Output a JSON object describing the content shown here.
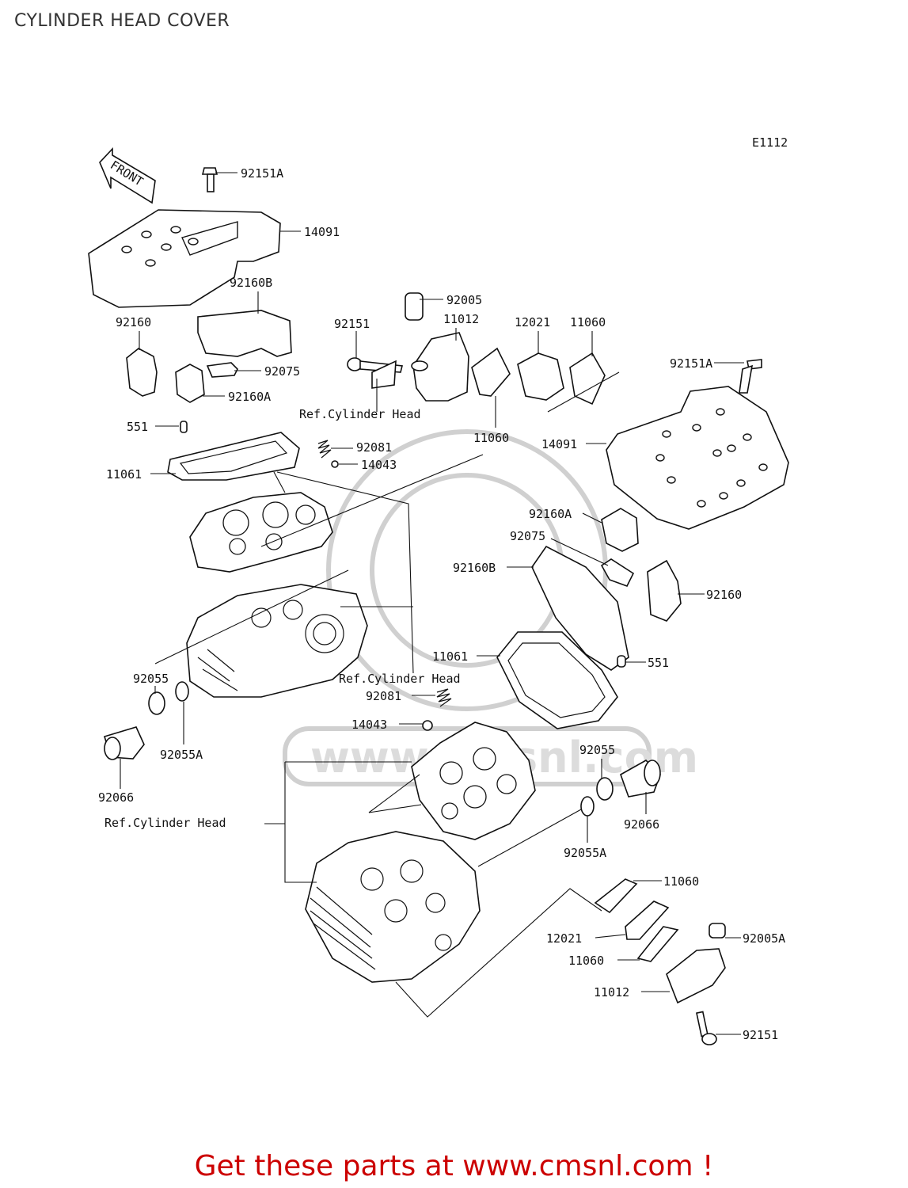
{
  "title": "CYLINDER HEAD COVER",
  "diagram_code": "E1112",
  "front_arrow_label": "FRONT",
  "watermark_text": "www.cmsnl.com",
  "footer_text": "Get these parts at www.cmsnl.com !",
  "colors": {
    "footer": "#cc0000",
    "title": "#333333",
    "lines": "#111111"
  },
  "callouts": {
    "c01": "92151A",
    "c02": "14091",
    "c03": "92160B",
    "c04": "92160",
    "c05": "92075",
    "c06": "92160A",
    "c07": "92151",
    "c08": "92005",
    "c09": "11012",
    "c10": "12021",
    "c11": "11060",
    "c12": "92151A",
    "c13": "Ref.Cylinder Head",
    "c14": "11060",
    "c15": "14091",
    "c16": "551",
    "c17": "92081",
    "c18": "14043",
    "c19": "11061",
    "c20": "92160A",
    "c21": "92075",
    "c22": "92160B",
    "c23": "92160",
    "c24": "11061",
    "c25": "551",
    "c26": "92055",
    "c27": "Ref.Cylinder Head",
    "c28": "92081",
    "c29": "14043",
    "c30": "92055A",
    "c31": "92055",
    "c32": "92066",
    "c33": "92066",
    "c34": "Ref.Cylinder Head",
    "c35": "92055A",
    "c36": "11060",
    "c37": "12021",
    "c38": "92005A",
    "c39": "11060",
    "c40": "11012",
    "c41": "92151"
  }
}
